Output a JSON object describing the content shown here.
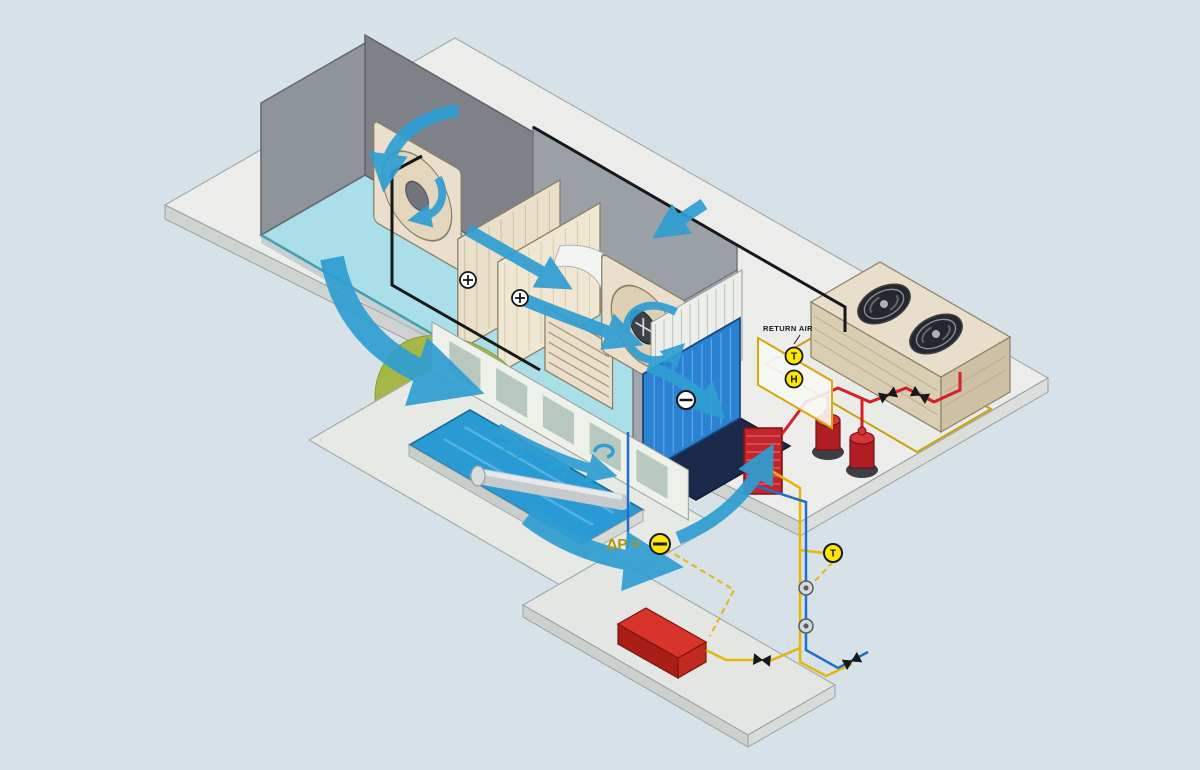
{
  "labels": {
    "return_air": "RETURN AIR",
    "filter_dp": "ΔP =",
    "temp_sensor": "T",
    "humidity_sensor": "H"
  },
  "colors": {
    "background": "#d7e2e8",
    "airflow_blue": "#2f9ed2",
    "cooling_coil_blue": "#2c82d2",
    "pool_water_blue": "#2a9ad4",
    "equipment_red": "#c8242b",
    "pipe_yellow": "#e6b60c",
    "sensor_badge_yellow": "#ffe600",
    "casing_tan": "#e9dfcc",
    "wall_gray": "#9aa0a6",
    "slab_gray": "#ecedea",
    "vegetation_green": "#a6b748",
    "drain_pan_navy": "#1b2a4a",
    "duct_line_black": "#16181a"
  }
}
